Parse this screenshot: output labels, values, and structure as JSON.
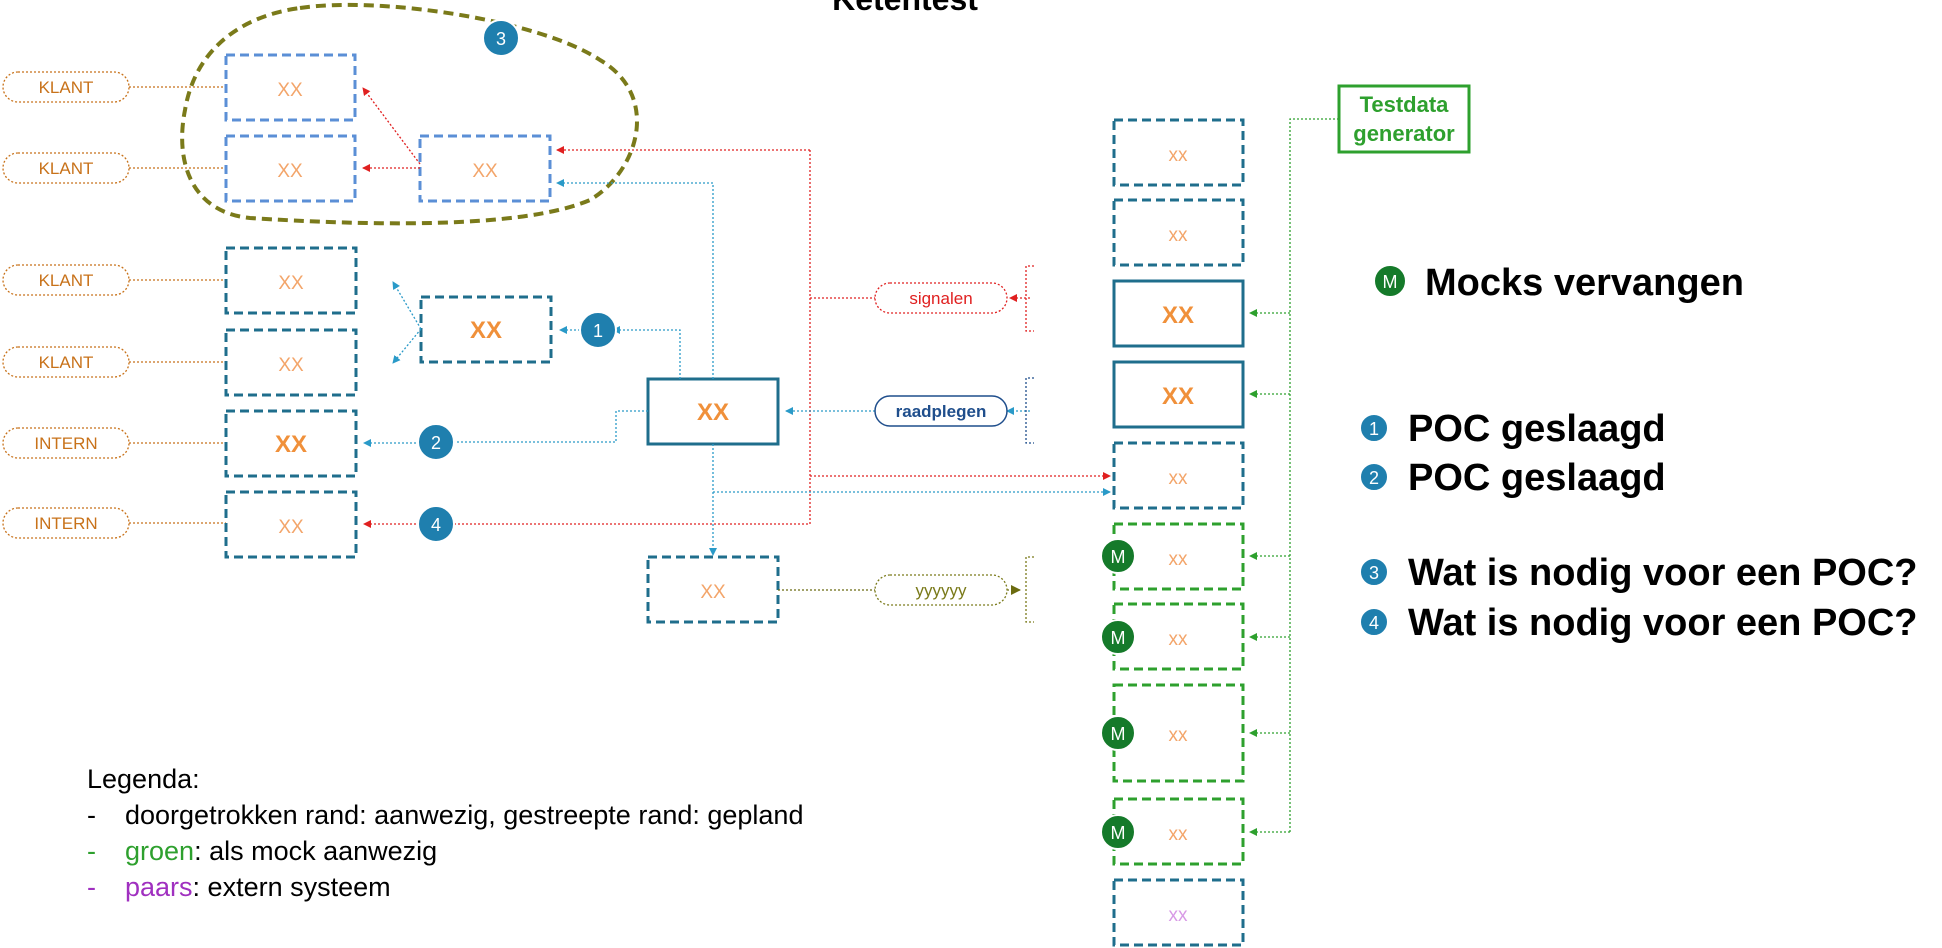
{
  "title": "Ketentest",
  "colors": {
    "orange": "#c8721a",
    "xx_orange": "#f0903a",
    "xx_light": "#f3a56a",
    "blue_box": "#1f6e8c",
    "light_blue_box": "#5b8fd6",
    "red": "#e02020",
    "arrow_blue": "#2a9ac8",
    "green": "#2ea02e",
    "olive": "#7a7a1a",
    "purple": "#b060d0",
    "badge_blue": "#1f7fae",
    "badge_green": "#157a2a"
  },
  "left_pills": [
    "KLANT",
    "KLANT",
    "KLANT",
    "KLANT",
    "INTERN",
    "INTERN"
  ],
  "box_label": "XX",
  "box_label_lower": "xx",
  "mid_pills": {
    "signalen": "signalen",
    "raadplegen": "raadplegen",
    "yyyyyy": "yyyyyy"
  },
  "testdata": {
    "line1": "Testdata",
    "line2": "generator"
  },
  "badges": {
    "b1": "1",
    "b2": "2",
    "b3": "3",
    "b4": "4",
    "mock": "M"
  },
  "side": {
    "mocks": "Mocks vervangen",
    "poc1": "POC geslaagd",
    "poc2": "POC geslaagd",
    "q3": "Wat is nodig voor een POC?",
    "q4": "Wat is nodig voor een POC?"
  },
  "legend": {
    "heading": "Legenda:",
    "dash": "-",
    "line1": "doorgetrokken rand: aanwezig, gestreepte rand: gepland",
    "line2_key": "groen",
    "line2_rest": ": als mock aanwezig",
    "line3_key": "paars",
    "line3_rest": ": extern systeem"
  }
}
